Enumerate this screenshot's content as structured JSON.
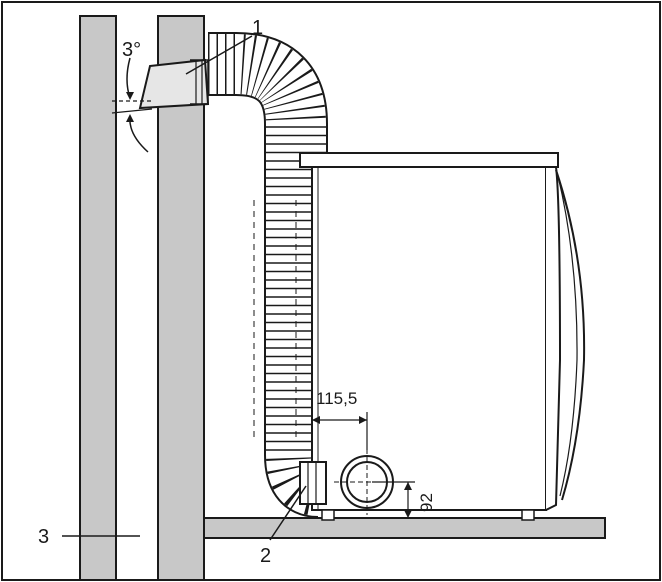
{
  "callouts": {
    "hose_connector": "1",
    "dryer_outlet": "2",
    "wall": "3"
  },
  "angle": {
    "value": "3°"
  },
  "dimensions": {
    "horizontal": "115,5",
    "vertical": "92"
  },
  "colors": {
    "line": "#1a1a1a",
    "wall_fill": "#c8c8c8",
    "floor_fill": "#c8c8c8",
    "background": "#ffffff"
  }
}
